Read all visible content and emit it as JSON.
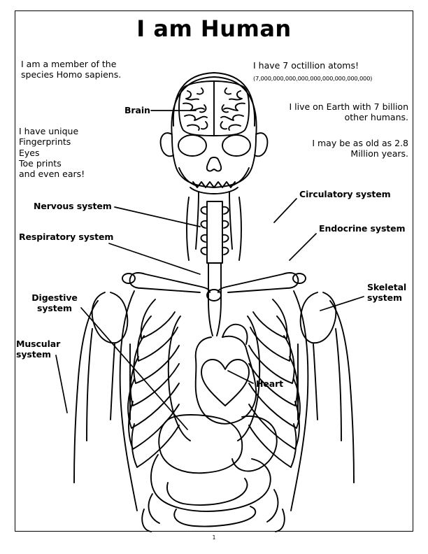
{
  "page": {
    "title": "I am Human",
    "page_number": "1",
    "ink_color": "#000000",
    "background_color": "#ffffff"
  },
  "facts": {
    "species": "I am a member of the\nspecies Homo sapiens.",
    "unique": "I have unique\nFingerprints\nEyes\nToe prints\nand even ears!",
    "atoms": "I have 7 octillion atoms!",
    "atoms_number": "(7,000,000,000,000,000,000,000,000,000)",
    "earth": "I live on Earth with 7 billion\nother humans.",
    "age": "I may be as old as 2.8\nMillion years."
  },
  "labels": {
    "brain": "Brain",
    "nervous": "Nervous system",
    "respiratory": "Respiratory system",
    "digestive": "Digestive\nsystem",
    "muscular": "Muscular\nsystem",
    "circulatory": "Circulatory system",
    "endocrine": "Endocrine system",
    "skeletal": "Skeletal\nsystem",
    "heart": "Heart"
  },
  "illustration": {
    "style": "line-art-coloring-page",
    "subject": "human-upper-body-skeleton-with-organs",
    "parts": [
      "skull",
      "brain-hemispheres",
      "eye-sockets",
      "nasal-cavity",
      "teeth-jaw",
      "cervical-vertebrae",
      "clavicles",
      "shoulder-blades",
      "sternum",
      "rib-cage",
      "heart",
      "lungs",
      "stomach",
      "liver",
      "intestines",
      "pelvis",
      "upper-arms"
    ]
  }
}
